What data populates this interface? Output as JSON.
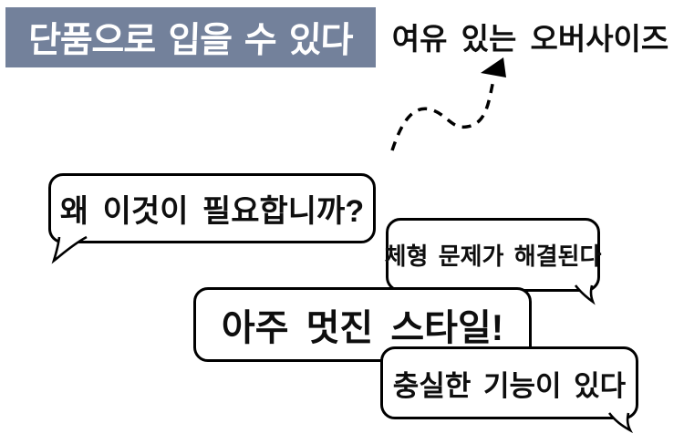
{
  "banner": {
    "label": "단품으로 입을 수 있다",
    "bg_color": "#73819b",
    "text_color": "#ffffff"
  },
  "callout": {
    "label": "여유 있는 오버사이즈",
    "arrow_icon": "dashed-curved-arrow-up"
  },
  "bubbles": [
    {
      "label": "왜 이것이 필요합니까?",
      "tail": "bottom-left"
    },
    {
      "label": "체형 문제가 해결된다",
      "tail": "bottom-right"
    },
    {
      "label": "아주 멋진 스타일!",
      "tail": "none"
    },
    {
      "label": "충실한 기능이 있다",
      "tail": "bottom-right"
    }
  ],
  "colors": {
    "background": "#ffffff",
    "bubble_border": "#000000",
    "text": "#0e0e0e"
  }
}
